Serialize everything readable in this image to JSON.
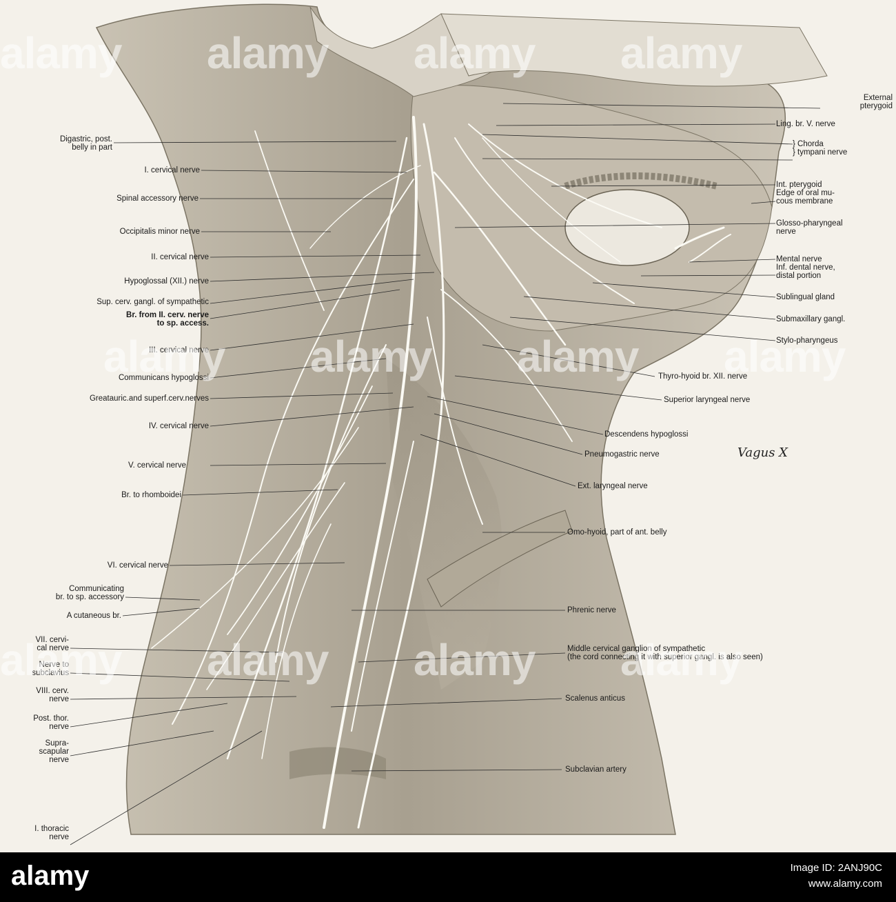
{
  "labels_left": [
    {
      "id": "digastric",
      "text": "Digastric, post.\nbelly in part"
    },
    {
      "id": "c1",
      "text": "I. cervical nerve"
    },
    {
      "id": "spinal-accessory",
      "text": "Spinal accessory nerve"
    },
    {
      "id": "occipitalis-minor",
      "text": "Occipitalis minor nerve"
    },
    {
      "id": "c2",
      "text": "II. cervical nerve"
    },
    {
      "id": "hypoglossal",
      "text": "Hypoglossal (XII.) nerve"
    },
    {
      "id": "sup-cerv-gangl",
      "text": "Sup. cerv. gangl. of sympathetic"
    },
    {
      "id": "br-from-c2",
      "text": "Br. from II. cerv. nerve\nto sp. access."
    },
    {
      "id": "c3",
      "text": "III. cervical nerve"
    },
    {
      "id": "communicans",
      "text": "Communicans hypoglossi"
    },
    {
      "id": "great-auric",
      "text": "Greatauric.and superf.cerv.nerves"
    },
    {
      "id": "c4",
      "text": "IV. cervical nerve"
    },
    {
      "id": "c5",
      "text": "V. cervical nerve"
    },
    {
      "id": "rhomboidei",
      "text": "Br. to rhomboidei"
    },
    {
      "id": "c6",
      "text": "VI. cervical nerve"
    },
    {
      "id": "communicating-br",
      "text": "Communicating\nbr. to sp. accessory"
    },
    {
      "id": "cutaneous",
      "text": "A cutaneous br."
    },
    {
      "id": "c7",
      "text": "VII. cervi-\ncal nerve"
    },
    {
      "id": "subclavius",
      "text": "Nerve to\nsubclavius"
    },
    {
      "id": "c8",
      "text": "VIII. cerv.\nnerve"
    },
    {
      "id": "post-thor",
      "text": "Post. thor.\nnerve"
    },
    {
      "id": "suprascapular",
      "text": "Supra-\nscapular\nnerve"
    },
    {
      "id": "t1",
      "text": "I. thoracic\nnerve"
    }
  ],
  "labels_right": [
    {
      "id": "ext-pterygoid",
      "text": "External\npterygoid"
    },
    {
      "id": "ling-br",
      "text": "Ling. br. V. nerve"
    },
    {
      "id": "chorda",
      "text": "} Chorda\n} tympani nerve"
    },
    {
      "id": "int-pterygoid",
      "text": "Int. pterygoid\nEdge of oral mu-\ncous membrane"
    },
    {
      "id": "glosso",
      "text": "Glosso-pharyngeal\nnerve"
    },
    {
      "id": "mental",
      "text": "Mental nerve\nInf. dental nerve,\ndistal portion"
    },
    {
      "id": "sublingual",
      "text": "Sublingual gland"
    },
    {
      "id": "submax",
      "text": "Submaxillary gangl."
    },
    {
      "id": "stylo",
      "text": "Stylo-pharyngeus"
    },
    {
      "id": "thyro-hyoid",
      "text": "Thyro-hyoid br. XII. nerve"
    },
    {
      "id": "sup-laryngeal",
      "text": "Superior laryngeal nerve"
    },
    {
      "id": "descendens",
      "text": "Descendens hypoglossi"
    },
    {
      "id": "pneumogastric",
      "text": "Pneumogastric nerve"
    },
    {
      "id": "ext-laryngeal",
      "text": "Ext. laryngeal nerve"
    },
    {
      "id": "omo-hyoid",
      "text": "Omo-hyoid, part of ant. belly"
    },
    {
      "id": "phrenic",
      "text": "Phrenic nerve"
    },
    {
      "id": "middle-cerv",
      "text": "Middle cervical ganglion of sympathetic\n(the cord connecting it with superior gangl. is also seen)"
    },
    {
      "id": "scalenus",
      "text": "Scalenus anticus"
    },
    {
      "id": "subclavian",
      "text": "Subclavian artery"
    }
  ],
  "handwritten_note": "Vagus X",
  "watermark": {
    "text": "alamy",
    "image_id_label": "Image ID: 2ANJ90C",
    "url": "www.alamy.com"
  },
  "colors": {
    "paper": "#f4f1ea",
    "ink": "#1a1a1a",
    "nerve": "#fbfaf4",
    "shade": "#b9b2a3"
  }
}
